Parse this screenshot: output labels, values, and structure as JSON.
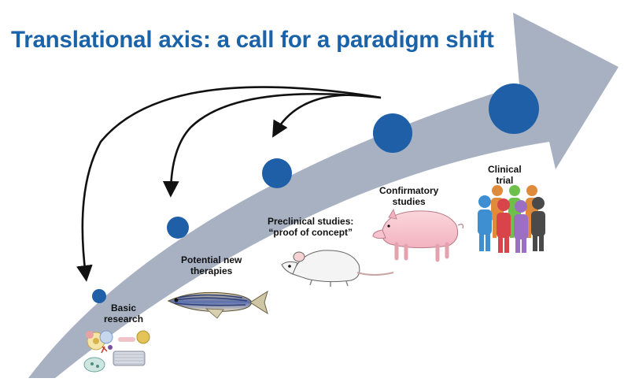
{
  "title": "Translational axis: a call for a paradigm shift",
  "colors": {
    "title": "#1a63a8",
    "axis_arrow": "#a7b1c2",
    "stage_dot": "#1f5fa8",
    "feedback_arrow": "#111111"
  },
  "stages": [
    {
      "label_line1": "Basic",
      "label_line2": "research",
      "illustration": "cells-icon"
    },
    {
      "label_line1": "Potential new",
      "label_line2": "therapies",
      "illustration": "zebrafish-icon"
    },
    {
      "label_line1": "Preclinical studies:",
      "label_line2": "“proof of concept”",
      "illustration": "rat-icon"
    },
    {
      "label_line1": "Confirmatory",
      "label_line2": "studies",
      "illustration": "pig-icon"
    },
    {
      "label_line1": "Clinical",
      "label_line2": "trial",
      "illustration": "people-icon"
    }
  ]
}
